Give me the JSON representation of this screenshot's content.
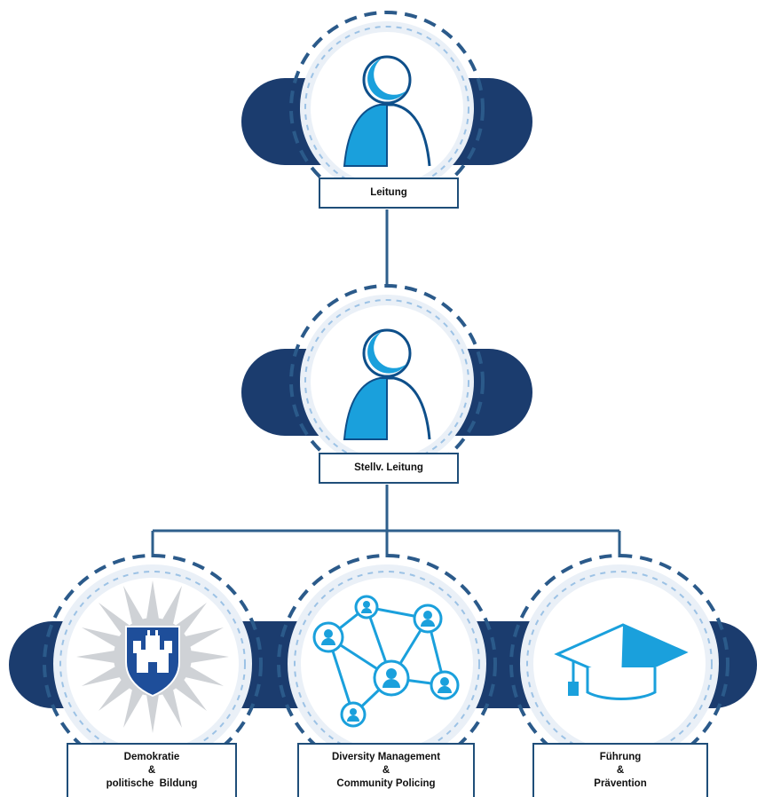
{
  "colors": {
    "navy": "#1b3c6e",
    "dashed_ring": "#2b5a8a",
    "connector": "#2e5f8c",
    "icon_blue": "#1aa0dc",
    "badge_blue": "#1e4e9a",
    "star_grey": "#cfd2d6"
  },
  "nodes": {
    "leitung": {
      "icon": "person-icon",
      "label": "Leitung"
    },
    "stellv_leitung": {
      "icon": "person-icon",
      "label": "Stellv. Leitung"
    },
    "demokratie": {
      "icon": "police-star-emblem-icon",
      "label_lines": [
        "Demokratie",
        "&",
        "politische  Bildung"
      ]
    },
    "diversity": {
      "icon": "network-icon",
      "label_lines": [
        "Diversity Management",
        "&",
        "Community Policing"
      ]
    },
    "fuehrung": {
      "icon": "graduation-cap-icon",
      "label_lines": [
        "Führung",
        "&",
        "Prävention"
      ]
    }
  }
}
